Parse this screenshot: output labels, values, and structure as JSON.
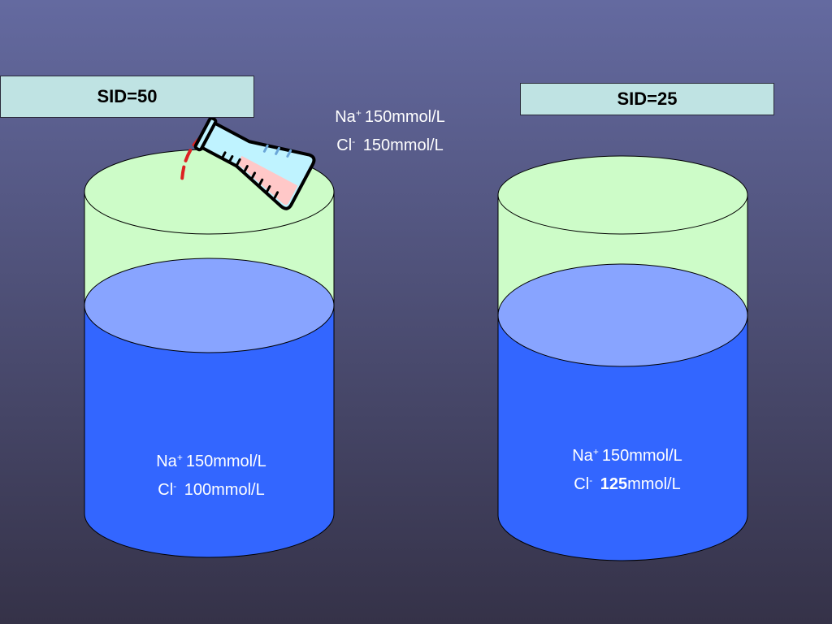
{
  "colors": {
    "background_top": "#646aa0",
    "background_bottom": "#353248",
    "empty_volume": "#cdfcc8",
    "liquid_body": "#3366ff",
    "liquid_top": "#88a4ff",
    "label_box": "#bfe3e3",
    "pour_stream": "#dd2222",
    "flask_fill": "#ffc8c8",
    "flask_glass": "#bff3ff"
  },
  "left_container": {
    "sid_label": "SID=50",
    "na_symbol": "Na",
    "na_charge": "+",
    "na_value": "150mmol/L",
    "cl_symbol": "Cl",
    "cl_charge": "-",
    "cl_number": "100",
    "cl_unit": "mmol/L"
  },
  "right_container": {
    "sid_label": "SID=25",
    "na_symbol": "Na",
    "na_charge": "+",
    "na_value": "150mmol/L",
    "cl_symbol": "Cl",
    "cl_charge": "-",
    "cl_number": "125",
    "cl_unit": "mmol/L"
  },
  "added_solution": {
    "na_symbol": "Na",
    "na_charge": "+",
    "na_value": "150mmol/L",
    "cl_symbol": "Cl",
    "cl_charge": "-",
    "cl_value": "150mmol/L"
  },
  "icons": {
    "flask": "pouring-flask-icon"
  }
}
